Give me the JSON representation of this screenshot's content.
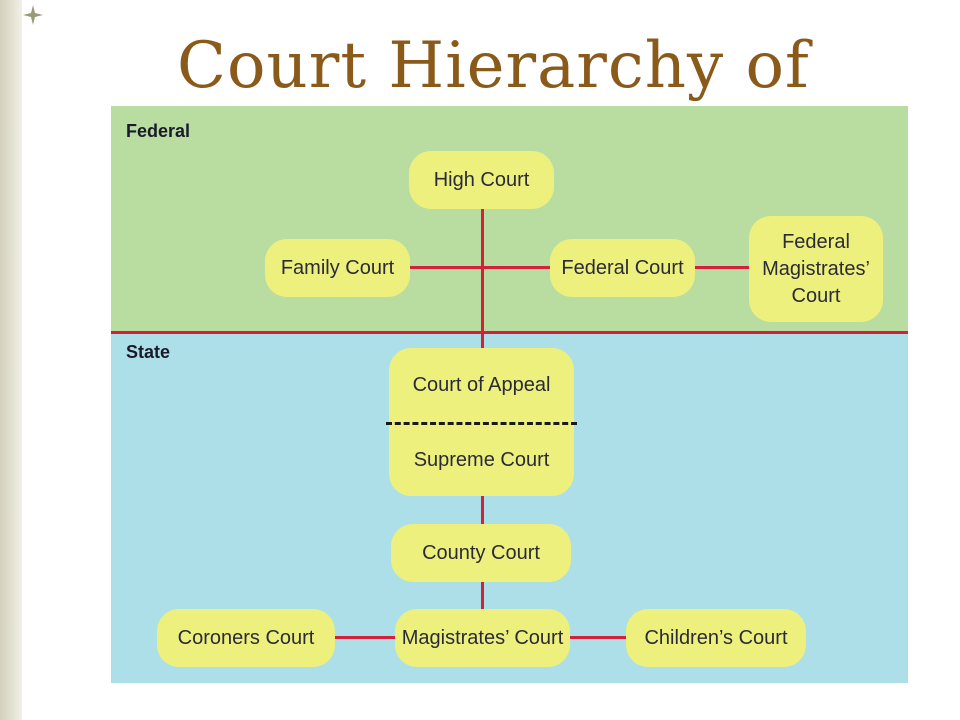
{
  "slide": {
    "title": "Court Hierarchy of"
  },
  "diagram": {
    "federal_label": "Federal",
    "state_label": "State",
    "courts": {
      "high_court": "High Court",
      "family_court": "Family Court",
      "federal_court": "Federal Court",
      "federal_magistrates_court": "Federal Magistrates’ Court",
      "court_of_appeal": "Court of Appeal",
      "supreme_court": "Supreme Court",
      "county_court": "County Court",
      "coroners_court": "Coroners Court",
      "magistrates_court": "Magistrates’ Court",
      "childrens_court": "Children’s Court"
    }
  },
  "colors": {
    "title": "#8a5a1a",
    "federal_band": "#b9dca0",
    "state_band": "#addfe8",
    "node_fill": "#eef07e",
    "connector": "#d4203a"
  }
}
